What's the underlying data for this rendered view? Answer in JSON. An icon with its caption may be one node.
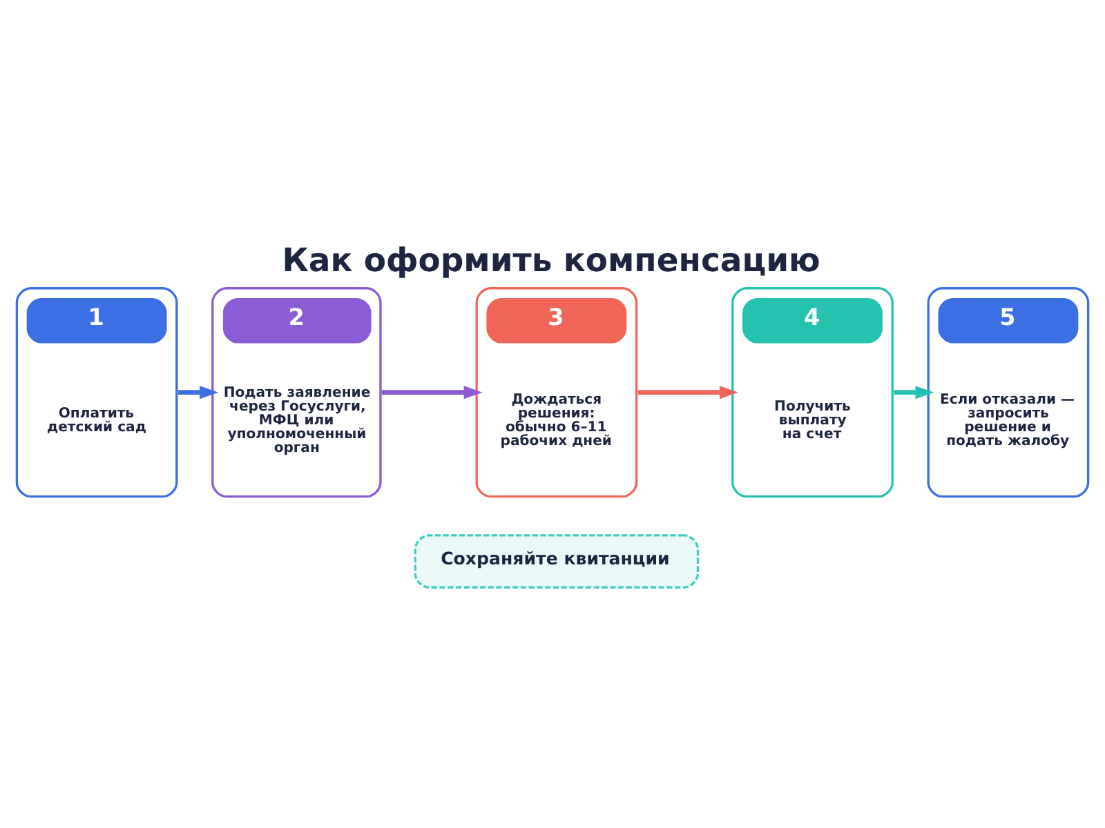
{
  "diagram": {
    "title": "Как оформить компенсацию",
    "nodes": [
      {
        "text": [
          "1",
          "Оплатить детский сад"
        ]
      },
      {
        "text": [
          "2",
          "Подать заявление через Госуслуги, МФЦ или уполномоченный орган"
        ]
      },
      {
        "text": [
          "3",
          "Дождаться решения: обычно 6–11 рабочих дней"
        ]
      },
      {
        "text": [
          "4",
          "Получить выплату на счет"
        ]
      },
      {
        "text": [
          "5",
          "Если отказали — запросить решение и подать жалобу"
        ]
      },
      {
        "text": [
          "Сохраняйте квитанции"
        ]
      }
    ],
    "edges": [
      {
        "from": 0,
        "to": 1,
        "arrow": "to",
        "color": "#3b6fe3"
      },
      {
        "from": 1,
        "to": 2,
        "arrow": "to",
        "color": "#8b5cd6"
      },
      {
        "from": 2,
        "to": 3,
        "arrow": "to",
        "color": "#f0675a"
      },
      {
        "from": 3,
        "to": 4,
        "arrow": "to",
        "color": "#25c2b0"
      }
    ]
  }
}
